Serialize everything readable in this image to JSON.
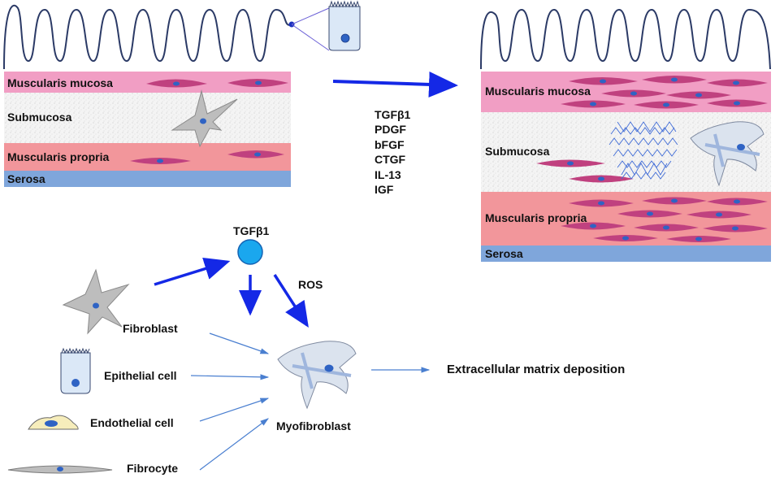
{
  "colors": {
    "mucosa": "#f19ec4",
    "submucosa_texture": "#e9e9e9",
    "propria": "#f2969b",
    "serosa": "#7fa6db",
    "smooth_muscle_cell": "#c0417f",
    "cell_nucleus": "#2f63c4",
    "fibroblast": "#bdbdbd",
    "epithelial": "#dbe8f7",
    "endothelial": "#f6edbb",
    "arrow": "#1428e6",
    "thin_arrow": "#4a7fd0",
    "villi_line": "#2b3a66"
  },
  "normal_wall": {
    "layers": {
      "muscularis_mucosa": "Muscularis mucosa",
      "submucosa": "Submucosa",
      "muscularis_propria": "Muscularis propria",
      "serosa": "Serosa"
    }
  },
  "fibrotic_wall": {
    "layers": {
      "muscularis_mucosa": "Muscularis mucosa",
      "submucosa": "Submucosa",
      "muscularis_propria": "Muscularis propria",
      "serosa": "Serosa"
    }
  },
  "factors": [
    "TGFβ1",
    "PDGF",
    "bFGF",
    "CTGF",
    "IL-13",
    "IGF"
  ],
  "pathway": {
    "tgf_label": "TGFβ1",
    "ros_label": "ROS",
    "sources": {
      "fibroblast": "Fibroblast",
      "epithelial": "Epithelial cell",
      "endothelial": "Endothelial cell",
      "fibrocyte": "Fibrocyte"
    },
    "myofibroblast": "Myofibroblast",
    "outcome": "Extracellular matrix deposition"
  }
}
